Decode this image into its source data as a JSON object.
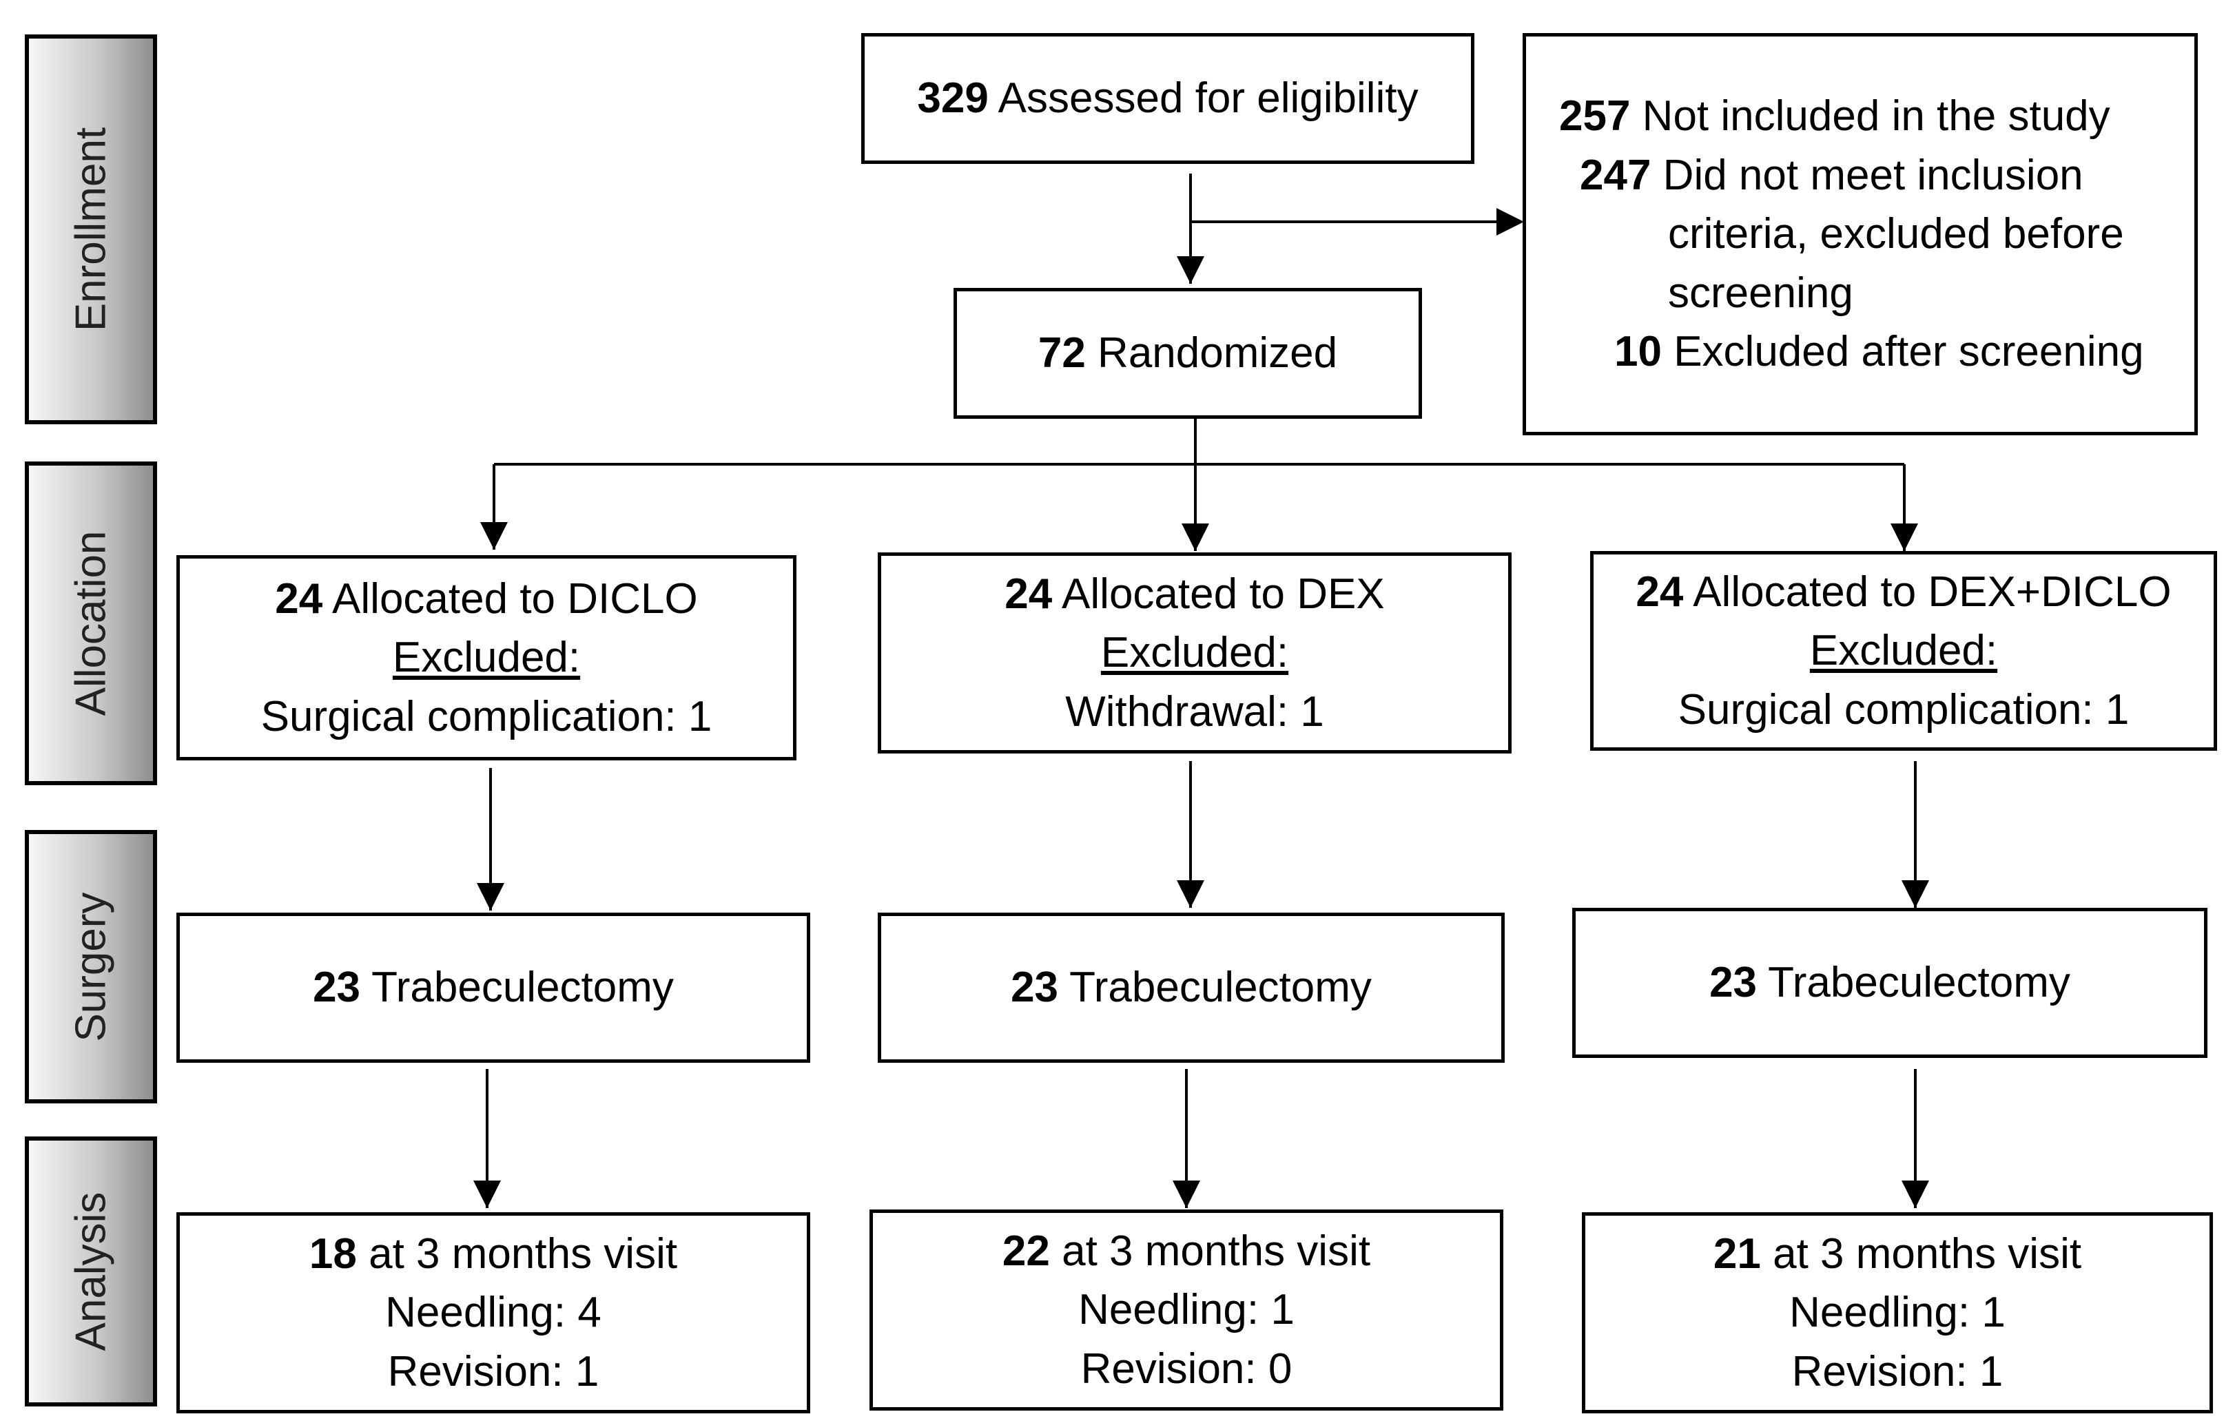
{
  "stages": {
    "enrollment": "Enrollment",
    "allocation": "Allocation",
    "surgery": "Surgery",
    "analysis": "Analysis"
  },
  "assessed": {
    "number": "329",
    "text": " Assessed for eligibility"
  },
  "not_included": {
    "number": "257",
    "text": " Not included in the study",
    "criteria_number": "247",
    "criteria_line1": " Did not meet inclusion",
    "criteria_line2": "criteria, excluded before",
    "criteria_line3": "screening",
    "screening_number": "10",
    "screening_text": " Excluded after screening"
  },
  "randomized": {
    "number": "72",
    "text": " Randomized"
  },
  "arms": [
    {
      "allocated_number": "24",
      "allocated_text": " Allocated to DICLO",
      "excluded_label": "Excluded:",
      "excluded_reason": "Surgical complication: 1",
      "surgery_number": "23",
      "surgery_text": " Trabeculectomy",
      "visit_number": "18",
      "visit_text": " at 3 months visit",
      "needling": "Needling: 4",
      "revision": "Revision: 1"
    },
    {
      "allocated_number": "24",
      "allocated_text": " Allocated to DEX",
      "excluded_label": "Excluded:",
      "excluded_reason": "Withdrawal: 1",
      "surgery_number": "23",
      "surgery_text": " Trabeculectomy",
      "visit_number": "22",
      "visit_text": " at 3 months visit",
      "needling": "Needling: 1",
      "revision": "Revision: 0"
    },
    {
      "allocated_number": "24",
      "allocated_text": " Allocated to DEX+DICLO",
      "excluded_label": "Excluded:",
      "excluded_reason": "Surgical complication: 1",
      "surgery_number": "23",
      "surgery_text": " Trabeculectomy",
      "visit_number": "21",
      "visit_text": " at 3 months visit",
      "needling": "Needling: 1",
      "revision": "Revision: 1"
    }
  ]
}
